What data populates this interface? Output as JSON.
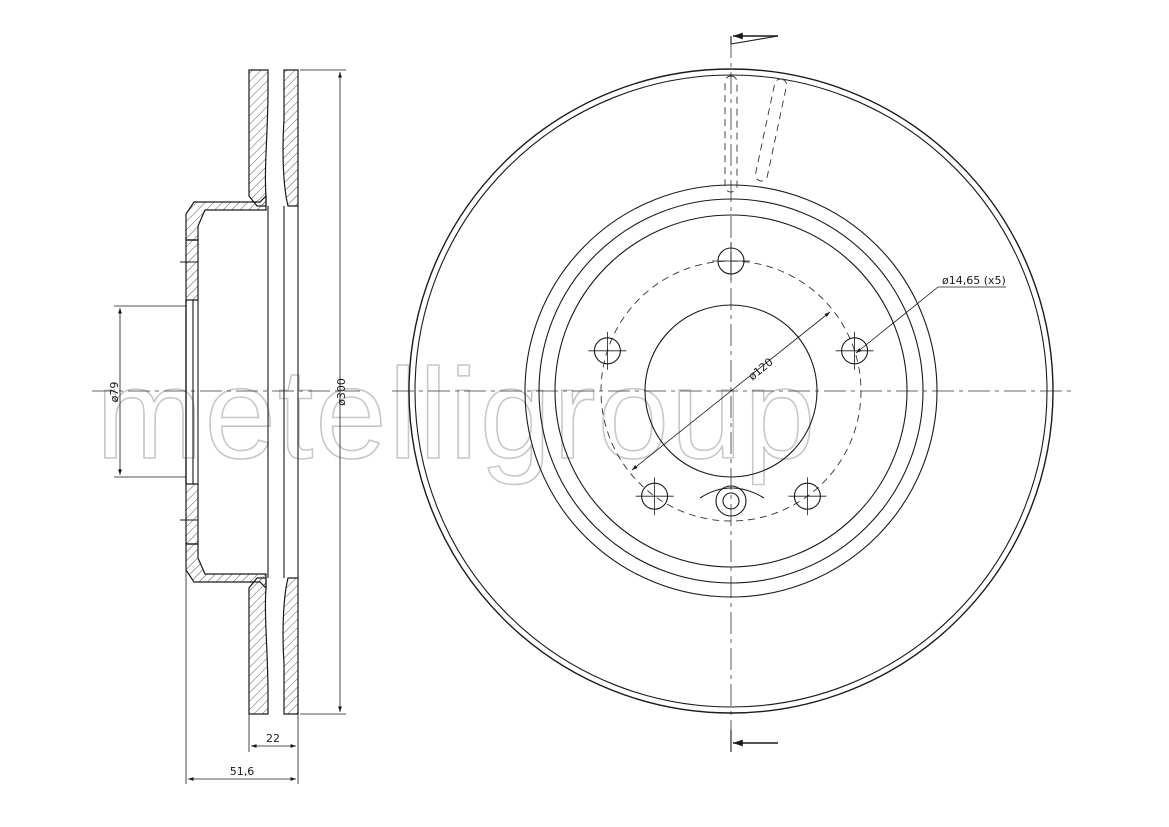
{
  "watermark": "metelligroup",
  "side_view": {
    "dimensions": {
      "hub_diameter": "ø79",
      "outer_diameter": "ø300",
      "disc_thickness": "22",
      "total_height": "51,6"
    }
  },
  "front_view": {
    "dimensions": {
      "bolt_hole": "ø14,65 (x5)",
      "pitch_circle": "ø120"
    },
    "bolt_hole_count": 5
  }
}
